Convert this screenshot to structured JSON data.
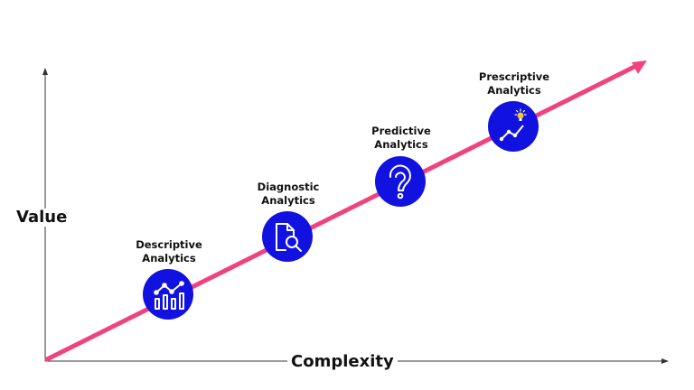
{
  "axes": {
    "y_label": "Value",
    "x_label": "Complexity"
  },
  "colors": {
    "trend_line": "#f0427e",
    "node_fill": "#1212e0",
    "bulb": "#f7c52b",
    "axis": "#333333"
  },
  "stages": [
    {
      "line1": "Descriptive",
      "line2": "Analytics",
      "icon": "bar-chart-trend-icon"
    },
    {
      "line1": "Diagnostic",
      "line2": "Analytics",
      "icon": "document-search-icon"
    },
    {
      "line1": "Predictive",
      "line2": "Analytics",
      "icon": "question-mark-icon"
    },
    {
      "line1": "Prescriptive",
      "line2": "Analytics",
      "icon": "lightbulb-trend-icon"
    }
  ]
}
